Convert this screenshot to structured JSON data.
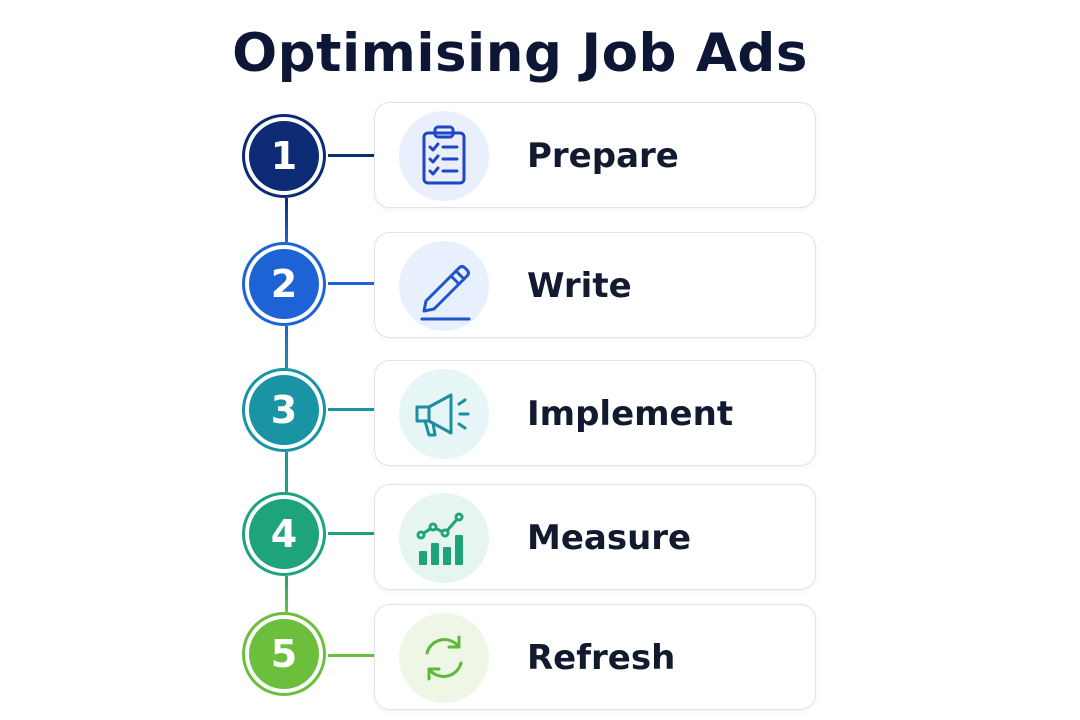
{
  "title": "Optimising Job Ads",
  "steps": [
    {
      "number": "1",
      "label": "Prepare",
      "icon": "clipboard-checklist-icon",
      "color": "#0d2a75",
      "icon_color": "#1f46c4",
      "icon_bg": "#e9effc"
    },
    {
      "number": "2",
      "label": "Write",
      "icon": "pencil-icon",
      "color": "#1e63d6",
      "icon_color": "#1f55c9",
      "icon_bg": "#e7f0fc"
    },
    {
      "number": "3",
      "label": "Implement",
      "icon": "megaphone-icon",
      "color": "#1a93a4",
      "icon_color": "#1b8fa0",
      "icon_bg": "#e6f5f6"
    },
    {
      "number": "4",
      "label": "Measure",
      "icon": "growth-chart-icon",
      "color": "#1ea37b",
      "icon_color": "#1ea37b",
      "icon_bg": "#e6f6ef"
    },
    {
      "number": "5",
      "label": "Refresh",
      "icon": "refresh-arrows-icon",
      "color": "#6cbf3c",
      "icon_color": "#5fb83a",
      "icon_bg": "#eef7e6"
    }
  ]
}
